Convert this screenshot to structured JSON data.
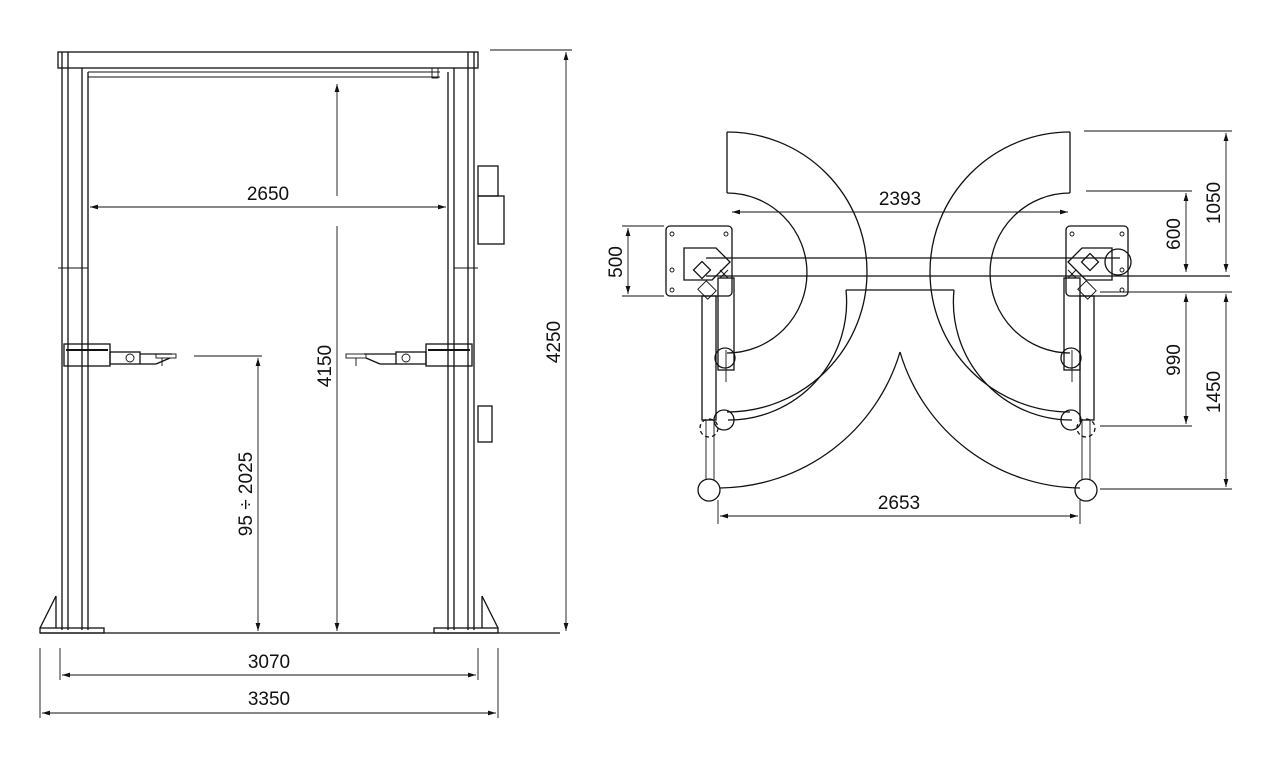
{
  "front_view": {
    "dims": {
      "inner_width": "2650",
      "max_height": "4150",
      "total_height": "4250",
      "lift_range": "95  ÷  2025",
      "base_width": "3070",
      "overall_width": "3350"
    }
  },
  "top_view": {
    "dims": {
      "arm_span": "2393",
      "arm_reach": "2653",
      "post_depth": "500",
      "dim_1050": "1050",
      "dim_600": "600",
      "dim_990": "990",
      "dim_1450": "1450"
    }
  }
}
